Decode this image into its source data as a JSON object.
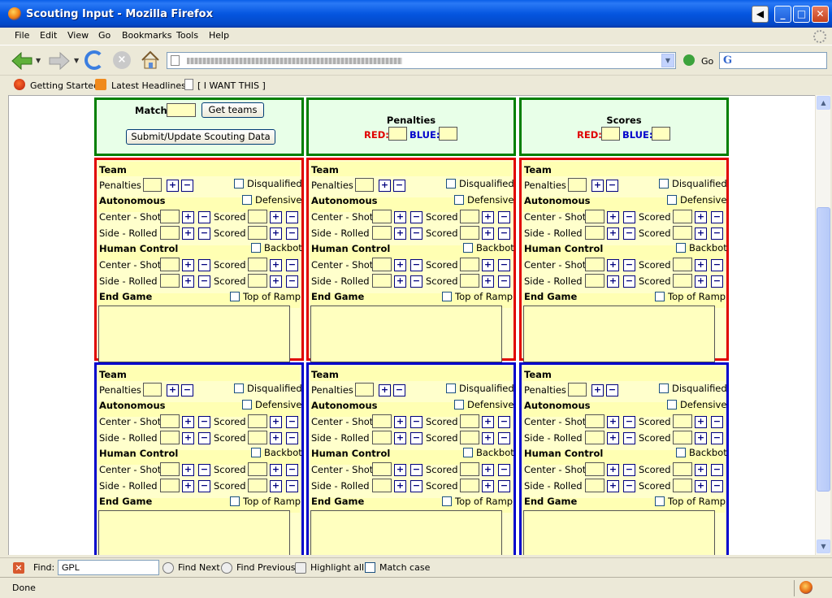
{
  "window": {
    "title": "Scouting Input - Mozilla Firefox"
  },
  "menu": [
    "File",
    "Edit",
    "View",
    "Go",
    "Bookmarks",
    "Tools",
    "Help"
  ],
  "nav": {
    "go_label": "Go"
  },
  "bookmarks": [
    "Getting Started",
    "Latest Headlines",
    "[ I WANT THIS ]"
  ],
  "top": {
    "match_label": "Match",
    "get_teams": "Get teams",
    "submit": "Submit/Update Scouting Data",
    "penalties_title": "Penalties",
    "scores_title": "Scores",
    "red": "RED:",
    "blue": "BLUE:"
  },
  "team_form": {
    "team": "Team",
    "penalties": "Penalties",
    "disqualified": "Disqualified",
    "autonomous": "Autonomous",
    "defensive": "Defensive",
    "center_shot": "Center - Shot",
    "side_rolled": "Side - Rolled",
    "scored": "Scored",
    "human_control": "Human Control",
    "backbot": "Backbot",
    "end_game": "End Game",
    "top_of_ramp": "Top of Ramp",
    "plus": "+",
    "minus": "−"
  },
  "alliances": [
    "red",
    "blue"
  ],
  "find": {
    "label": "Find:",
    "value": "GPL",
    "next": "Find Next",
    "previous": "Find Previous",
    "highlight": "Highlight all",
    "match_case": "Match case"
  },
  "status": {
    "text": "Done"
  }
}
